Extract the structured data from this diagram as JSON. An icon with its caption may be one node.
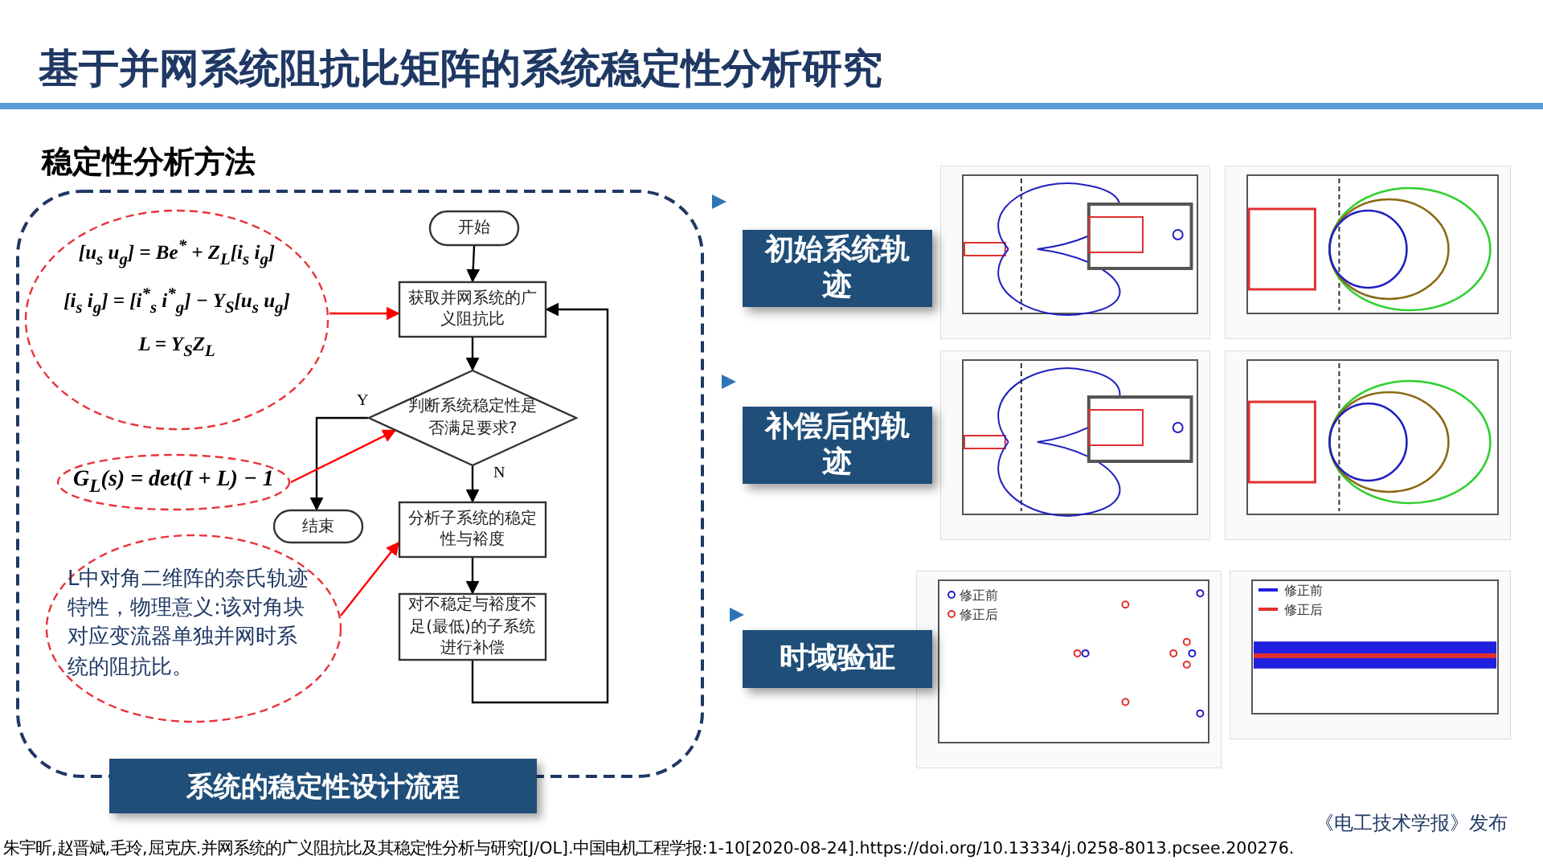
{
  "diagram": {
    "title": "基于并网系统阻抗比矩阵的系统稳定性分析研究",
    "nodes": [
      {
        "text": [
          "系统的稳定性设计流程"
        ]
      },
      {
        "text": [
          "[u$_{s}$ u$_{g}$] = Be$^{*}$ + Z$_{L}$[i$_{s}$ i$_{g}$]",
          "[i$_{s}$ i$_{g}$] = [i$^{*}$$_{s}$ i$^{*}$$_{g}$] − Y$_{S}$[u$_{s}$ u$_{g}$]",
          "L = Y$_{S}$Z$_{L}$"
        ],
        "in": 0
      },
      {
        "text": [
          "G$_{L}$(s) = det(I + L) − 1"
        ],
        "in": 0
      },
      {
        "text": [
          "L中对角二维阵的奈氏轨迹特性，物理意义:该对角块对应变流器单独并网时系统的阻抗比。"
        ],
        "in": 0
      },
      {
        "text": [
          "开始"
        ],
        "in": 0
      },
      {
        "text": [
          "获取并网系统的广义阻抗比"
        ],
        "in": 0
      },
      {
        "text": [
          "判断系统稳定性是否满足要求?"
        ],
        "in": 0
      },
      {
        "text": [
          "结束"
        ],
        "in": 0
      },
      {
        "text": [
          "分析子系统的稳定性与裕度"
        ],
        "in": 0
      },
      {
        "text": [
          "对不稳定与裕度不足(最低)的子系统进行补偿"
        ],
        "in": 0
      },
      {
        "text": [
          "初始系统轨迹"
        ]
      },
      {
        "text": [
          "补偿后的轨迹"
        ]
      },
      {
        "text": [
          "时域验证"
        ]
      }
    ],
    "edges": [
      {
        "from": 4,
        "to": 5,
        "arrow": "to"
      },
      {
        "from": 5,
        "to": 6,
        "arrow": "to"
      },
      {
        "from": 6,
        "to": 7,
        "arrow": "to",
        "label": "Y"
      },
      {
        "from": 6,
        "to": 8,
        "arrow": "to",
        "label": "N"
      },
      {
        "from": 8,
        "to": 9,
        "arrow": "to"
      },
      {
        "from": 9,
        "to": 5,
        "arrow": "to"
      },
      {
        "from": 1,
        "to": 5,
        "arrow": "to",
        "color": "#ff0000"
      },
      {
        "from": 2,
        "to": 6,
        "arrow": "to",
        "color": "#ff0000"
      },
      {
        "from": 3,
        "to": 8,
        "arrow": "to",
        "color": "#ff0000"
      }
    ],
    "labels": [
      "稳定性分析方法",
      "修正前",
      "修正后",
      "修正前",
      "修正后",
      "《电工技术学报》发布",
      "朱宇昕,赵晋斌,毛玲,屈克庆.并网系统的广义阻抗比及其稳定性分析与研究[J/OL].中国电机工程学报:1-10[2020-08-24].https://doi.org/10.13334/j.0258-8013.pcsee.200276."
    ]
  }
}
